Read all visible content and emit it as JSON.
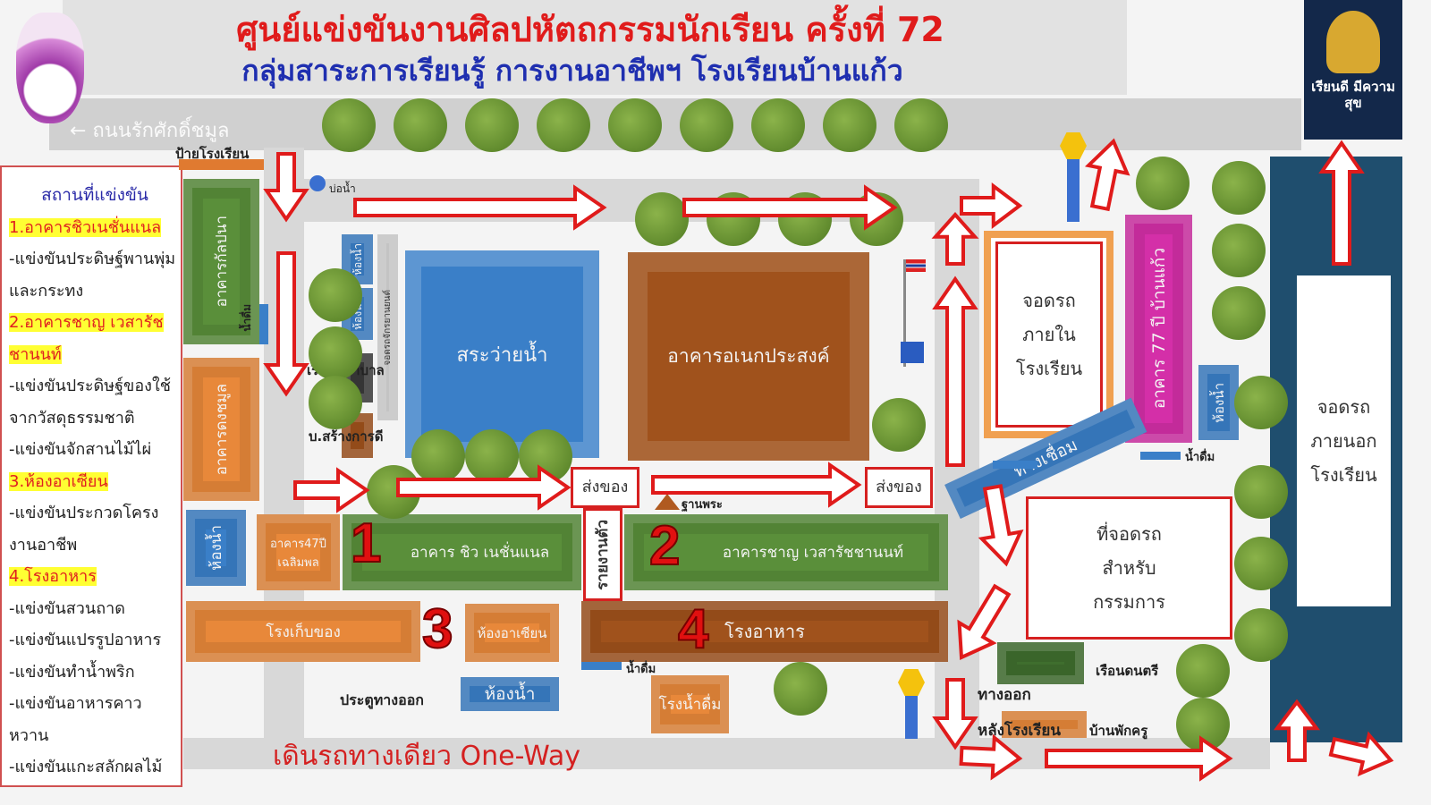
{
  "header": {
    "title": "ศูนย์แข่งขันงานศิลปหัตถกรรมนักเรียน ครั้งที่ 72",
    "subtitle": "กลุ่มสาระการเรียนรู้ การงานอาชีพฯ โรงเรียนบ้านแก้ว",
    "right_logo_text": "เรียนดี มีความสุข"
  },
  "road": "← ถนนรักศักดิ์ชมูล",
  "legend": {
    "title": "สถานที่แข่งขัน",
    "items": [
      {
        "venue": "1.อาคารชิวเนชั่นแนล",
        "events": [
          "-แข่งขันประดิษฐ์พานพุ่มและกระทง"
        ]
      },
      {
        "venue": "2.อาคารชาญ เวสารัชชานนท์",
        "events": [
          "-แข่งขันประดิษฐ์ของใช้จากวัสดุธรรมชาติ",
          "-แข่งขันจักสานไม้ไผ่"
        ]
      },
      {
        "venue": "3.ห้องอาเซียน",
        "events": [
          "-แข่งขันประกวดโครงงานอาชีพ"
        ]
      },
      {
        "venue": "4.โรงอาหาร",
        "events": [
          "-แข่งขันสวนถาด",
          "-แข่งขันแปรรูปอาหาร",
          "-แข่งขันทำน้ำพริก",
          "-แข่งขันอาหารคาวหวาน",
          "-แข่งขันแกะสลักผลไม้"
        ]
      }
    ]
  },
  "buildings": {
    "kalapana": "อาคารกัลปนา",
    "dongchamun": "อาคารดงชมูล",
    "restroom": "ห้องน้ำ",
    "b47": "อาคาร47ปี เฉลิมพล",
    "chiv": "อาคาร ชิว เนชั่นแนล",
    "chan": "อาคารชาญ เวสารัชชานนท์",
    "storage": "โรงเก็บของ",
    "asean": "ห้องอาเซียน",
    "canteen": "โรงอาหาร",
    "water_plant": "โรงน้ำดื่ม",
    "pool": "สระว่ายน้ำ",
    "multipurpose": "อาคารอเนกประสงค์",
    "nurse": "เรือนพยาบาล",
    "bsang": "บ.สร้างการดี",
    "moto_parking": "จอดรถจักรยานยนต์",
    "b77": "อาคาร 77 ปี บ้านแก้ว",
    "music": "เรือนดนตรี",
    "walkway": "ทางเชื่อม"
  },
  "labels": {
    "school_sign": "ป้ายโรงเรียน",
    "pond": "บ่อน้ำ",
    "drinking_water": "น้ำดื่ม",
    "buddha_base": "ฐานพระ",
    "exit_gate": "ประตูทางออก",
    "exit_back": "ทางออก",
    "exit_back2": "หลังโรงเรียน",
    "teacher_house": "บ้านพักครู"
  },
  "boxes": {
    "delivery": "ส่งของ",
    "report": "รายงานตัว",
    "inner_parking": [
      "จอดรถ",
      "ภายใน",
      "โรงเรียน"
    ],
    "committee_parking": [
      "ที่จอดรถ",
      "สำหรับ",
      "กรรมการ"
    ],
    "outer_parking": [
      "จอดรถ",
      "ภายนอก",
      "โรงเรียน"
    ]
  },
  "numbers": [
    "1",
    "2",
    "3",
    "4"
  ],
  "footer": "เดินรถทางเดียว One-Way"
}
